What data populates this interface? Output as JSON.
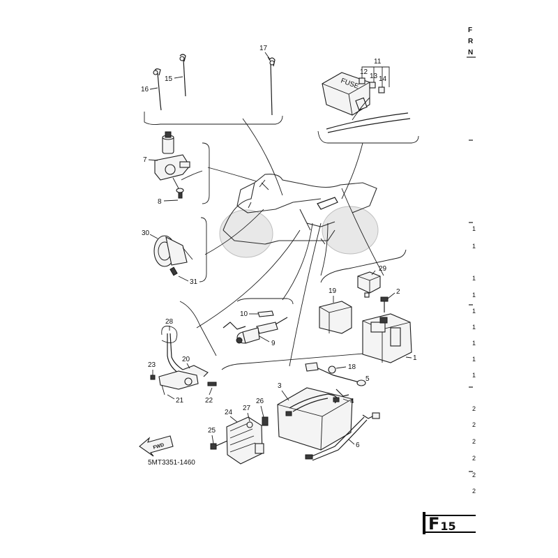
{
  "diagram": {
    "code": "5MT3351-1460",
    "fwd_label": "FWD",
    "page_badge": {
      "letter": "F",
      "number": "15"
    },
    "callouts": {
      "c1": "1",
      "c2": "2",
      "c3": "3",
      "c4": "4",
      "c5": "5",
      "c6": "6",
      "c7": "7",
      "c8": "8",
      "c9": "9",
      "c10": "10",
      "c11": "11",
      "c12": "12",
      "c13": "13",
      "c14": "14",
      "c15": "15",
      "c16": "16",
      "c17": "17",
      "c18": "18",
      "c19": "19",
      "c20": "20",
      "c21": "21",
      "c22": "22",
      "c23": "23",
      "c24": "24",
      "c25": "25",
      "c26": "26",
      "c27": "27",
      "c28": "28",
      "c29": "29",
      "c30": "30",
      "c31": "31"
    },
    "fuse_box_label": "FUSE"
  },
  "right_edge": {
    "header": [
      "F",
      "R",
      "N"
    ],
    "row_marks": [
      "1",
      "1",
      "1",
      "1",
      "1",
      "1",
      "1",
      "1",
      "1",
      "2",
      "2",
      "2",
      "2",
      "2",
      "2"
    ]
  }
}
